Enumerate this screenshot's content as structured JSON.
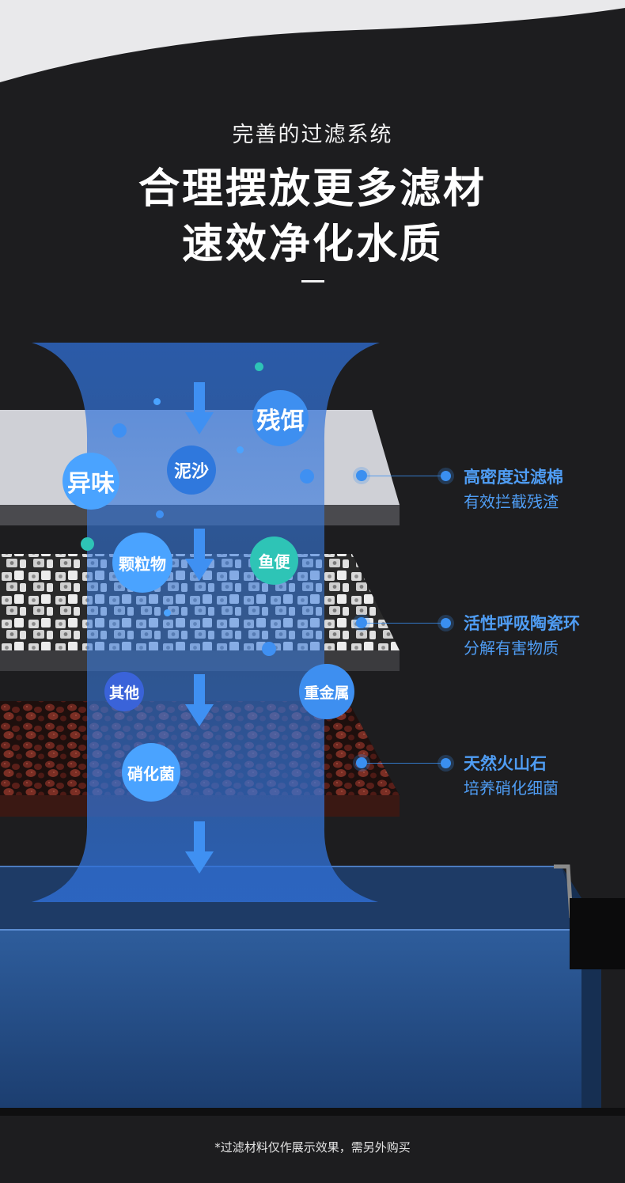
{
  "header": {
    "subtitle": "完善的过滤系统",
    "title_line1": "合理摆放更多滤材",
    "title_line2": "速效净化水质"
  },
  "bubbles": {
    "canyi": "残饵",
    "yiwei": "异味",
    "nisha": "泥沙",
    "keliwu": "颗粒物",
    "yubian": "鱼便",
    "qita": "其他",
    "zhongjinshu": "重金属",
    "xiaohuajun": "硝化菌"
  },
  "layers": [
    {
      "title": "高密度过滤棉",
      "desc": "有效拦截残渣"
    },
    {
      "title": "活性呼吸陶瓷环",
      "desc": "分解有害物质"
    },
    {
      "title": "天然火山石",
      "desc": "培养硝化细菌"
    }
  ],
  "footer": {
    "note": "*过滤材料仅作展示效果，需另外购买"
  },
  "colors": {
    "background": "#1d1d1f",
    "accent": "#4f9df4",
    "beam": "#2f6fd6",
    "top_curve": "#e9e9eb"
  }
}
